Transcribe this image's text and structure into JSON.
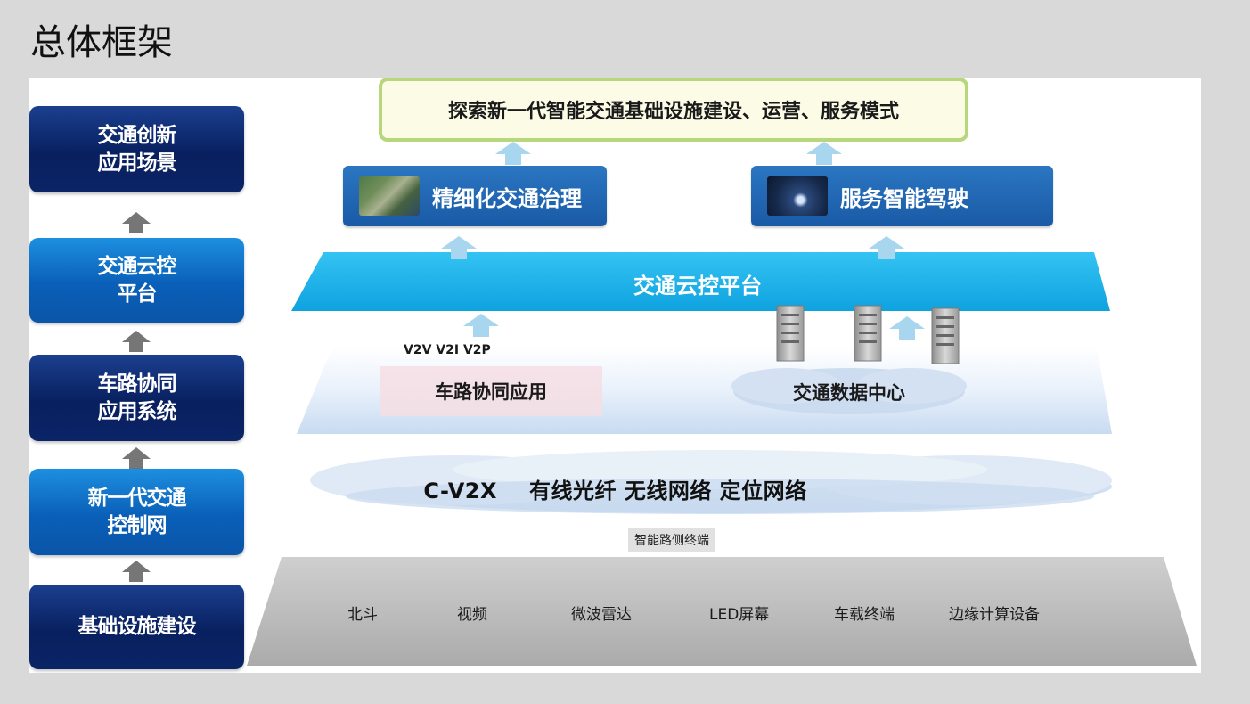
{
  "page": {
    "title": "总体框架"
  },
  "levels": [
    {
      "label": "交通创新\n应用场景",
      "style": "dark"
    },
    {
      "label": "交通云控\n平台",
      "style": "light"
    },
    {
      "label": "车路协同\n应用系统",
      "style": "dark"
    },
    {
      "label": "新一代交通\n控制网",
      "style": "light"
    },
    {
      "label": "基础设施建设",
      "style": "dark"
    }
  ],
  "goal": {
    "label": "探索新一代智能交通基础设施建设、运营、服务模式"
  },
  "services": [
    {
      "label": "精细化交通治理",
      "thumb_icon": "traffic-road-photo"
    },
    {
      "label": "服务智能驾驶",
      "thumb_icon": "smart-car-photo"
    }
  ],
  "platform": {
    "label": "交通云控平台"
  },
  "application_layer": {
    "protocols": "V2V V2I V2P",
    "app_label": "车路协同应用",
    "datacenter_label": "交通数据中心",
    "server_icon": "server-rack-icon"
  },
  "network": {
    "primary": "C-V2X",
    "secondary": "有线光纤 无线网络 定位网络"
  },
  "terminal": {
    "label": "智能路侧终端"
  },
  "devices": [
    "北斗",
    "视频",
    "微波雷达",
    "LED屏幕",
    "车载终端",
    "边缘计算设备"
  ],
  "colors": {
    "dark_blue": "#08205f",
    "light_blue": "#0a5fb8",
    "platform_blue": "#19b1ea",
    "goal_border": "#b6d77b",
    "arrow_gray": "#767676",
    "arrow_blue": "#a9d6ef",
    "foundation_gray": "#b9b9b9"
  }
}
